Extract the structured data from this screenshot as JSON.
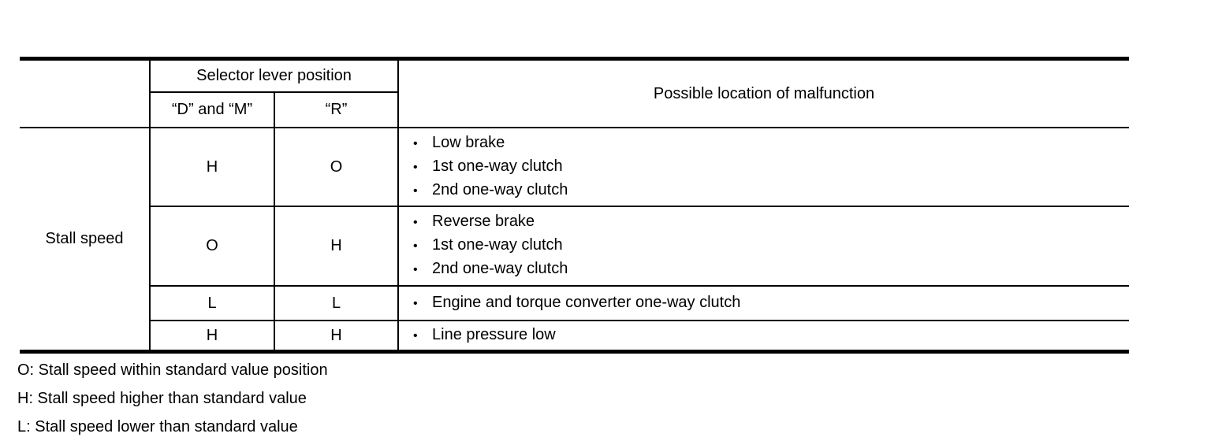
{
  "table": {
    "header": {
      "selector_lever_position": "Selector lever position",
      "col_d_m": "“D” and “M”",
      "col_r": "“R”",
      "malfunction": "Possible location of malfunction"
    },
    "row_label": "Stall speed",
    "rows": [
      {
        "d_m": "H",
        "r": "O",
        "causes": [
          "Low brake",
          "1st one-way clutch",
          "2nd one-way clutch"
        ]
      },
      {
        "d_m": "O",
        "r": "H",
        "causes": [
          "Reverse brake",
          "1st one-way clutch",
          "2nd one-way clutch"
        ]
      },
      {
        "d_m": "L",
        "r": "L",
        "causes": [
          "Engine and torque converter one-way clutch"
        ]
      },
      {
        "d_m": "H",
        "r": "H",
        "causes": [
          "Line pressure low"
        ]
      }
    ]
  },
  "legend": [
    "O: Stall speed within standard value position",
    "H: Stall speed higher than standard value",
    "L: Stall speed lower than standard value"
  ],
  "bullet_char": "•"
}
